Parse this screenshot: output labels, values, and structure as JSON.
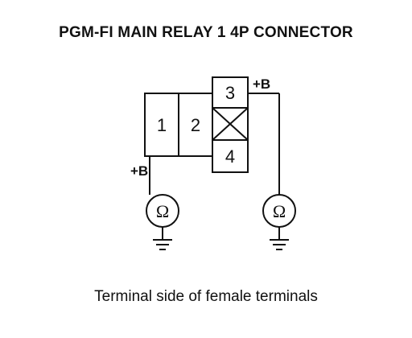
{
  "title": "PGM-FI MAIN RELAY 1 4P CONNECTOR",
  "caption": "Terminal side of female terminals",
  "connector": {
    "terminals": [
      "1",
      "2",
      "3",
      "4"
    ]
  },
  "probes": {
    "left_supply": "+B",
    "right_supply": "+B",
    "meter_symbol": "Ω"
  },
  "colors": {
    "line": "#111111",
    "background": "#ffffff"
  }
}
